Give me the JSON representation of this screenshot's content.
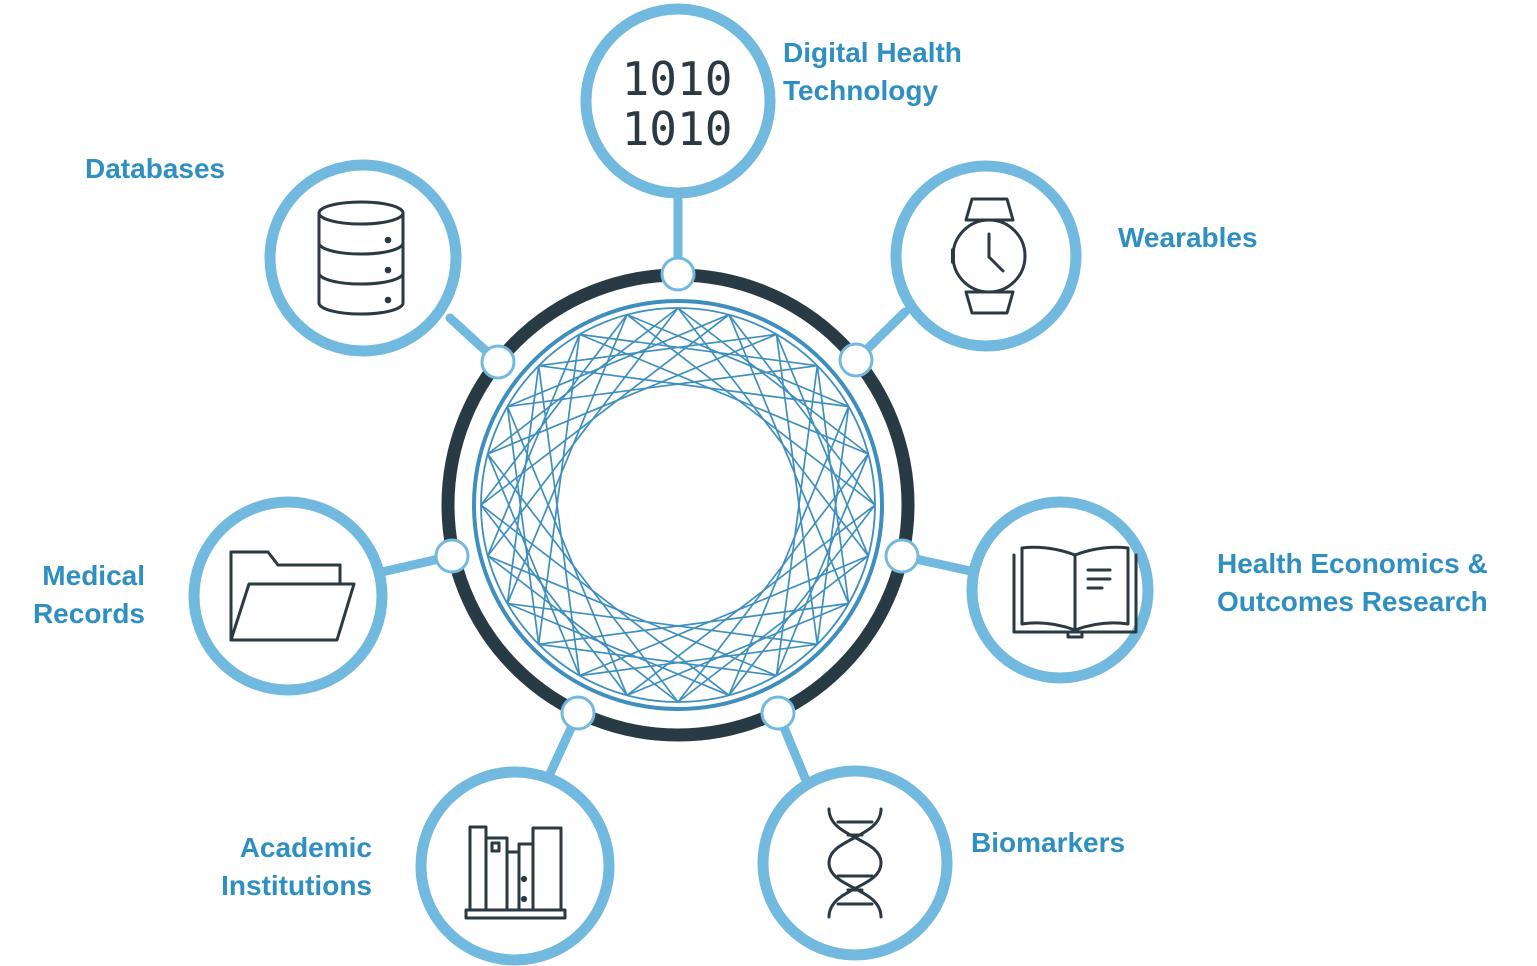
{
  "colors": {
    "satellite_ring": "#71b9df",
    "hub_ring": "#283b45",
    "network": "#3f8fbe",
    "label": "#2f8fc1",
    "icon": "#2b3a42"
  },
  "hub": {
    "pattern": "24-point star network",
    "points": 24
  },
  "nodes": [
    {
      "id": "digital-health-technology",
      "icon": "binary-icon",
      "glyph": [
        "1010",
        "1010"
      ],
      "label_lines": [
        "Digital Health",
        "Technology"
      ]
    },
    {
      "id": "wearables",
      "icon": "watch-icon",
      "label_lines": [
        "Wearables"
      ]
    },
    {
      "id": "heor",
      "icon": "open-book-icon",
      "label_lines": [
        "Health Economics &",
        "Outcomes Research"
      ]
    },
    {
      "id": "biomarkers",
      "icon": "dna-icon",
      "label_lines": [
        "Biomarkers"
      ]
    },
    {
      "id": "academic-institutions",
      "icon": "books-icon",
      "label_lines": [
        "Academic",
        "Institutions"
      ]
    },
    {
      "id": "medical-records",
      "icon": "folder-icon",
      "label_lines": [
        "Medical",
        "Records"
      ]
    },
    {
      "id": "databases",
      "icon": "database-icon",
      "label_lines": [
        "Databases"
      ]
    }
  ]
}
